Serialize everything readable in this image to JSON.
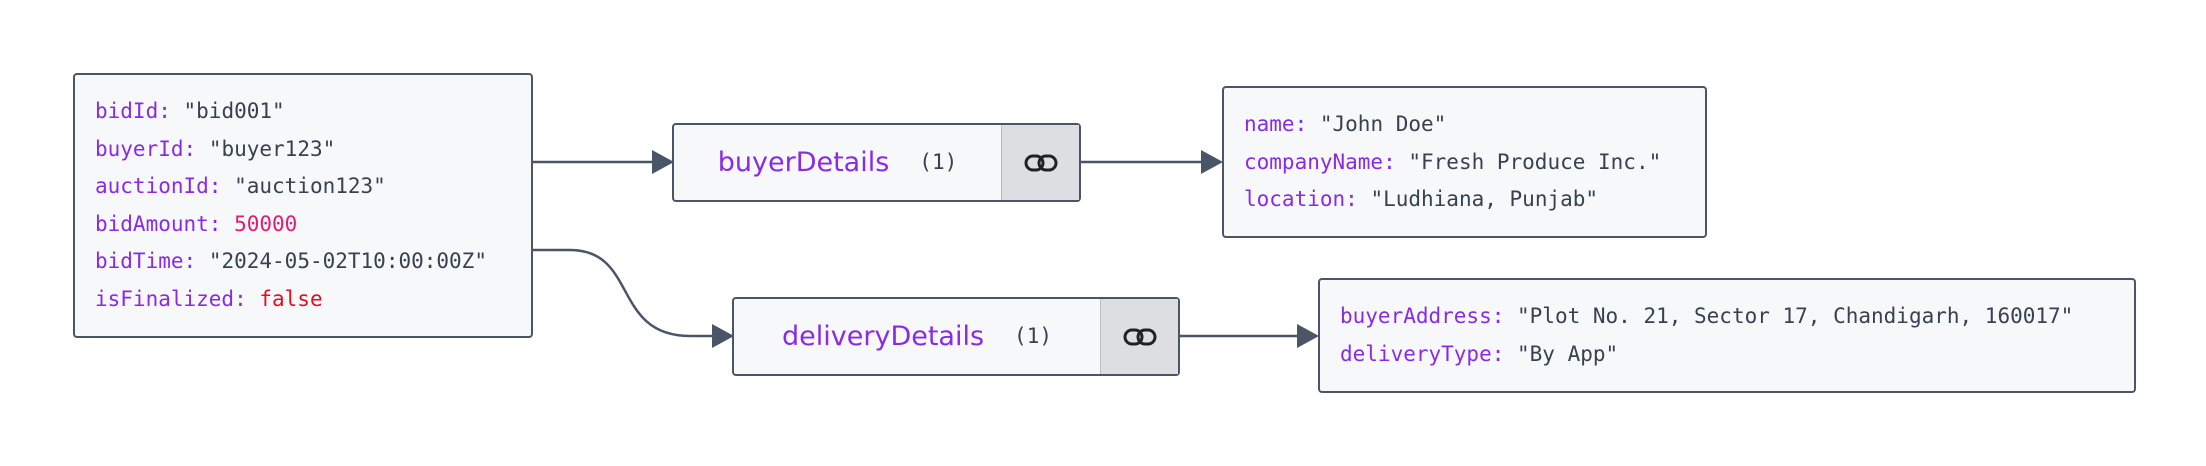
{
  "root": {
    "fields": [
      {
        "key": "bidId",
        "value": "\"bid001\"",
        "kind": "str"
      },
      {
        "key": "buyerId",
        "value": "\"buyer123\"",
        "kind": "str"
      },
      {
        "key": "auctionId",
        "value": "\"auction123\"",
        "kind": "str"
      },
      {
        "key": "bidAmount",
        "value": "50000",
        "kind": "num"
      },
      {
        "key": "bidTime",
        "value": "\"2024-05-02T10:00:00Z\"",
        "kind": "str"
      },
      {
        "key": "isFinalized",
        "value": "false",
        "kind": "bool"
      }
    ]
  },
  "buyer_ref": {
    "name": "buyerDetails",
    "count": "(1)"
  },
  "buyer": {
    "fields": [
      {
        "key": "name",
        "value": "\"John Doe\"",
        "kind": "str"
      },
      {
        "key": "companyName",
        "value": "\"Fresh Produce Inc.\"",
        "kind": "str"
      },
      {
        "key": "location",
        "value": "\"Ludhiana, Punjab\"",
        "kind": "str"
      }
    ]
  },
  "delivery_ref": {
    "name": "deliveryDetails",
    "count": "(1)"
  },
  "delivery": {
    "fields": [
      {
        "key": "buyerAddress",
        "value": "\"Plot No. 21, Sector 17, Chandigarh, 160017\"",
        "kind": "str"
      },
      {
        "key": "deliveryType",
        "value": "\"By App\"",
        "kind": "str"
      }
    ]
  },
  "colors": {
    "edge": "#4a5568",
    "key": "#8a2be2",
    "number": "#e11d74",
    "boolean": "#e0101f"
  },
  "icons": {
    "link": "link-icon"
  }
}
